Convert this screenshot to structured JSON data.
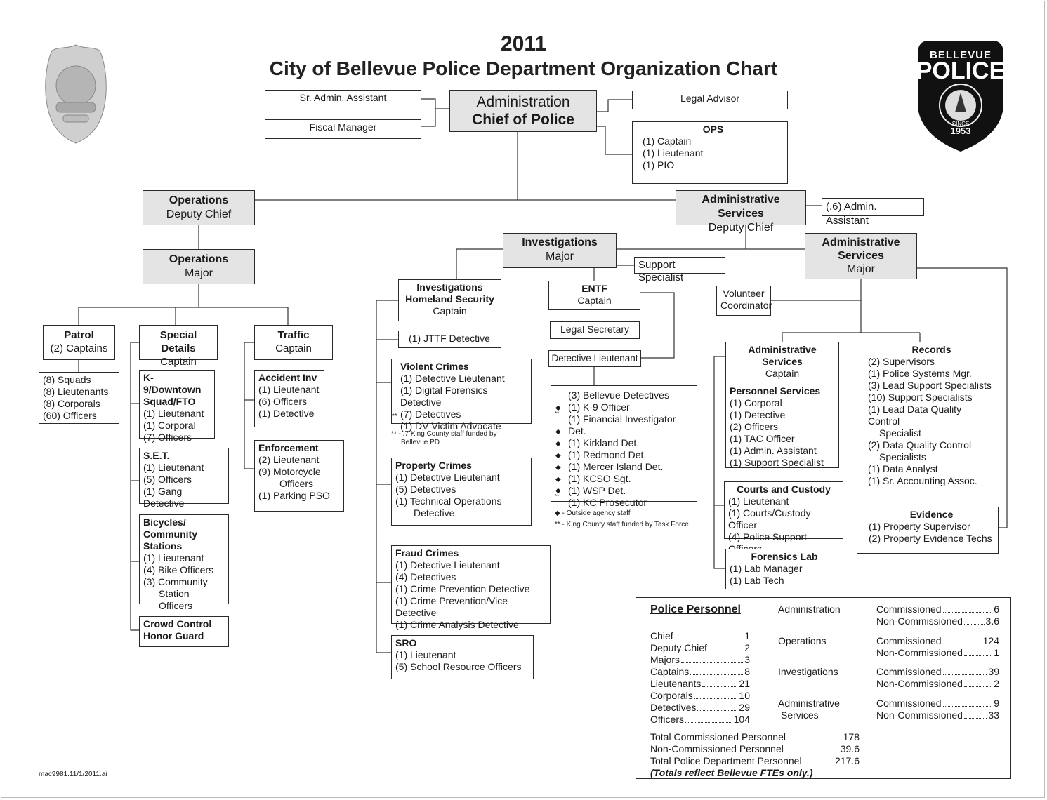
{
  "title": {
    "year": "2011",
    "main": "City of Bellevue Police Department Organization Chart"
  },
  "logos": {
    "right_top": "BELLEVUE",
    "right_main": "POLICE",
    "right_since": "SINCE",
    "right_year": "1953"
  },
  "marks": {
    "diamond": "◆",
    "dstar": "**"
  },
  "top": {
    "sr_admin": "Sr. Admin. Assistant",
    "fiscal": "Fiscal Manager",
    "admin_title": "Administration",
    "admin_sub": "Chief of Police",
    "legal": "Legal Advisor"
  },
  "ops": {
    "title": "OPS",
    "lines": [
      "(1) Captain",
      "(1) Lieutenant",
      "(1) PIO"
    ]
  },
  "ops_dep": {
    "title": "Operations",
    "sub": "Deputy Chief"
  },
  "ops_major": {
    "title": "Operations",
    "sub": "Major"
  },
  "patrol": {
    "title": "Patrol",
    "sub": "(2) Captains",
    "lines": [
      "(8) Squads",
      "(8) Lieutenants",
      "(8) Corporals",
      "(60) Officers"
    ]
  },
  "special": {
    "title": "Special Details",
    "sub": "Captain"
  },
  "k9": {
    "title1": "K-9/Downtown",
    "title2": "Squad/FTO",
    "lines": [
      "(1) Lieutenant",
      "(1) Corporal",
      "(7) Officers"
    ]
  },
  "set": {
    "title": "S.E.T.",
    "lines": [
      "(1) Lieutenant",
      "(5) Officers",
      "(1) Gang Detective"
    ]
  },
  "bikes": {
    "title1": "Bicycles/",
    "title2": "Community",
    "title3": "Stations",
    "lines": [
      "(1) Lieutenant",
      "(4) Bike Officers",
      "(3) Community",
      "Station Officers"
    ]
  },
  "crowd": {
    "line1": "Crowd Control",
    "line2": "Honor Guard"
  },
  "traffic": {
    "title": "Traffic",
    "sub": "Captain"
  },
  "accident": {
    "title": "Accident Inv",
    "lines": [
      "(1) Lieutenant",
      "(6) Officers",
      "(1) Detective"
    ]
  },
  "enforcement": {
    "title": "Enforcement",
    "lines": [
      "(2) Lieutenant",
      "(9) Motorcycle",
      "Officers",
      "(1) Parking PSO"
    ]
  },
  "as_dep": {
    "title": "Administrative Services",
    "sub": "Deputy Chief",
    "assistant": "(.6) Admin. Assistant"
  },
  "inv": {
    "title": "Investigations",
    "sub": "Major",
    "support": "Support Specialist"
  },
  "homeland": {
    "title1": "Investigations",
    "title2": "Homeland Security",
    "sub": "Captain",
    "jttf": "(1) JTTF Detective"
  },
  "violent": {
    "title": "Violent Crimes",
    "lines": [
      "(1) Detective Lieutenant",
      "(1) Digital Forensics Detective",
      "(7) Detectives",
      "(1) DV Victim Advocate"
    ],
    "note1": "** - .7 King County staff funded by",
    "note2": "Bellevue PD"
  },
  "property": {
    "title": "Property Crimes",
    "lines": [
      "(1) Detective Lieutenant",
      "(5) Detectives",
      "(1) Technical Operations",
      "Detective"
    ]
  },
  "fraud": {
    "title": "Fraud Crimes",
    "lines": [
      "(1) Detective Lieutenant",
      "(4) Detectives",
      "(1) Crime Prevention Detective",
      "(1) Crime Prevention/Vice Detective",
      "(1) Crime Analysis Detective"
    ]
  },
  "sro": {
    "title": "SRO",
    "lines": [
      "(1) Lieutenant",
      "(5) School Resource Officers"
    ]
  },
  "entf": {
    "title": "ENTF",
    "sub": "Captain",
    "legal_secretary": "Legal Secretary",
    "det_lt": "Detective Lieutenant",
    "lines": [
      "(3) Bellevue Detectives",
      "(1) K-9 Officer",
      "(1) Financial Investigator Det.",
      "(1) Kirkland Det.",
      "(1) Redmond Det.",
      "(1) Mercer Island Det.",
      "(1) KCSO Sgt.",
      "(1) WSP Det.",
      "(1) KC Prosecutor"
    ],
    "legend1": "◆ - Outside agency staff",
    "legend2": "** - King County staff funded by Task Force"
  },
  "as_major": {
    "title1": "Administrative",
    "title2": "Services",
    "sub": "Major",
    "volunteer1": "Volunteer",
    "volunteer2": "Coordinator"
  },
  "as_cap": {
    "title": "Administrative Services",
    "sub": "Captain",
    "personnel": "Personnel Services",
    "lines": [
      "(1) Corporal",
      "(1) Detective",
      "(2) Officers",
      "(1) TAC Officer",
      "(1) Admin. Assistant",
      "(1) Support Specialist"
    ]
  },
  "courts": {
    "title": "Courts and Custody",
    "lines": [
      "(1) Lieutenant",
      "(1) Courts/Custody Officer",
      "(4) Police Support Officers"
    ]
  },
  "forensics": {
    "title": "Forensics Lab",
    "lines": [
      "(1) Lab Manager",
      "(1) Lab Tech"
    ]
  },
  "records": {
    "title": "Records",
    "lines": [
      "(2) Supervisors",
      "(1) Police Systems Mgr.",
      "(3) Lead Support Specialists",
      "(10) Support Specialists",
      "(1) Lead Data Quality Control",
      "Specialist",
      "(2) Data Quality Control",
      "Specialists",
      "(1) Data Analyst",
      "(1) Sr. Accounting Assoc."
    ]
  },
  "evidence": {
    "title": "Evidence",
    "lines": [
      "(1) Property Supervisor",
      "(2) Property Evidence Techs"
    ]
  },
  "personnel": {
    "heading": "Police Personnel",
    "ranks": [
      {
        "label": "Chief",
        "value": "1"
      },
      {
        "label": "Deputy Chief",
        "value": "2"
      },
      {
        "label": "Majors",
        "value": "3"
      },
      {
        "label": "Captains",
        "value": "8"
      },
      {
        "label": "Lieutenants",
        "value": "21"
      },
      {
        "label": "Corporals",
        "value": "10"
      },
      {
        "label": "Detectives",
        "value": "29"
      },
      {
        "label": "Officers",
        "value": "104"
      }
    ],
    "divisions": [
      {
        "name": "Administration",
        "c_label": "Commissioned",
        "c": "6",
        "n_label": "Non-Commissioned",
        "n": "3.6"
      },
      {
        "name": "Operations",
        "c_label": "Commissioned",
        "c": "124",
        "n_label": "Non-Commissioned",
        "n": "1"
      },
      {
        "name": "Investigations",
        "c_label": "Commissioned",
        "c": "39",
        "n_label": "Non-Commissioned",
        "n": "2"
      },
      {
        "name1": "Administrative",
        "name2": "Services",
        "c_label": "Commissioned",
        "c": "9",
        "n_label": "Non-Commissioned",
        "n": "33"
      }
    ],
    "totals": [
      {
        "label": "Total Commissioned Personnel",
        "value": "178"
      },
      {
        "label": "Non-Commissioned Personnel",
        "value": "39.6"
      },
      {
        "label": "Total Police Department Personnel",
        "value": "217.6"
      }
    ],
    "note": "(Totals reflect Bellevue FTEs only.)"
  },
  "footer": {
    "file": "mac9981.11/1/2011.ai"
  }
}
